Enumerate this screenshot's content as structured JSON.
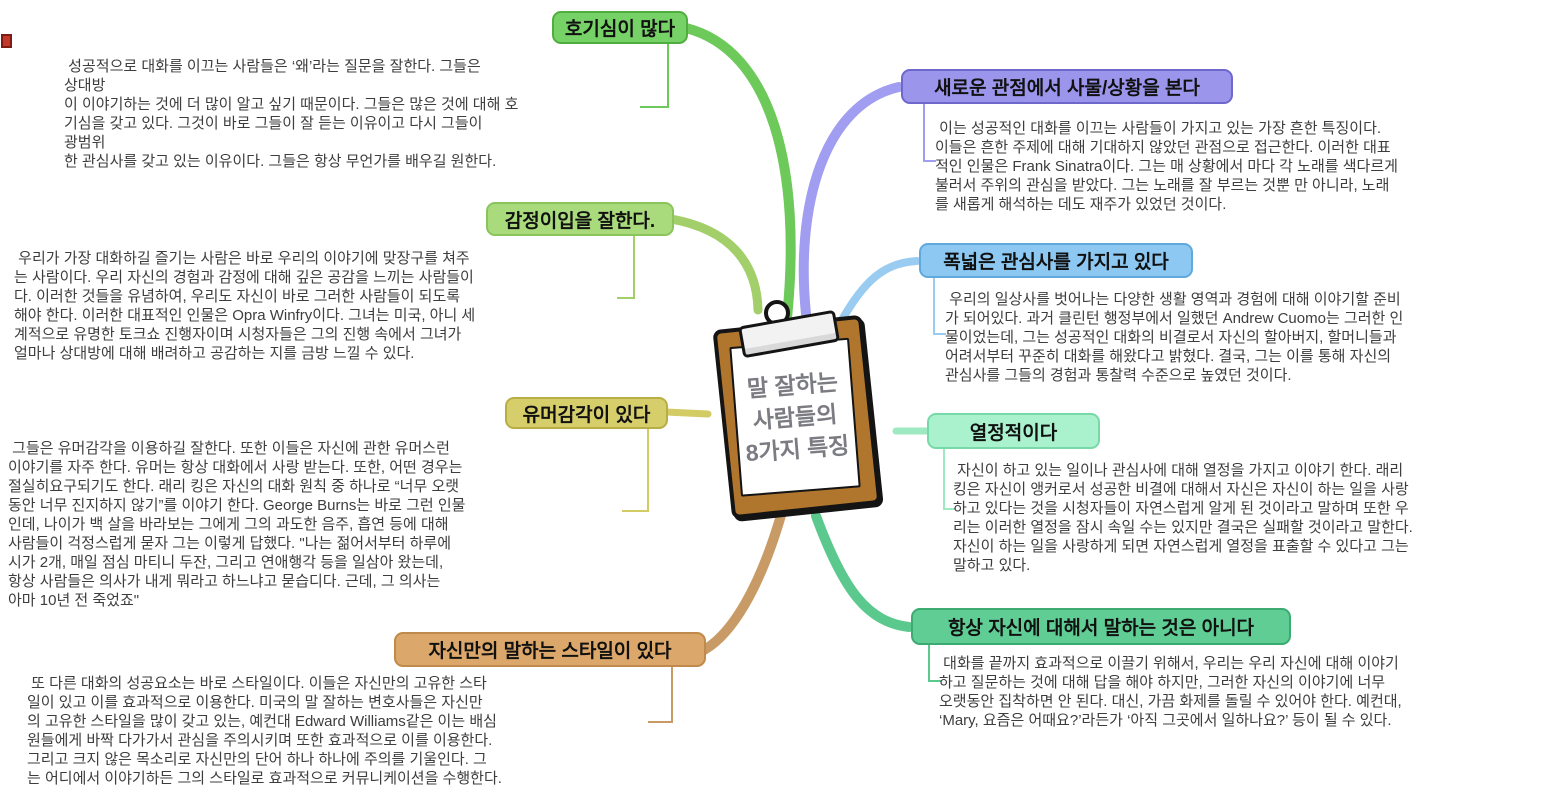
{
  "page": {
    "background": "#ffffff"
  },
  "center": {
    "title": "말 잘하는\n사람들의\n8가지 특징",
    "board_color": "#b1762e",
    "paper_color": "#ffffff",
    "title_color": "#7b7b82"
  },
  "misc": {
    "red_marker_color": "#c0392b"
  },
  "branches": [
    {
      "id": "curious",
      "label": "호기심이 많다",
      "box_color": "#76d166",
      "border_color": "#4fae3f",
      "line_color": "#6cc95a",
      "body": " 성공적으로 대화를 이끄는 사람들은 ‘왜’라는 질문을 잘한다. 그들은\n상대방\n이 이야기하는 것에 더 많이 알고 싶기 때문이다. 그들은 많은 것에 대해 호\n기심을 갖고 있다. 그것이 바로 그들이 잘 듣는 이유이고 다시 그들이\n광범위\n한 관심사를 갖고 있는 이유이다. 그들은 항상 무언가를 배우길 원한다."
    },
    {
      "id": "empathy",
      "label": "감정이입을 잘한다.",
      "box_color": "#a9db7d",
      "border_color": "#8bc45c",
      "line_color": "#a2cf6a",
      "body": " 우리가 가장 대화하길 즐기는 사람은 바로 우리의 이야기에 맞장구를 쳐주\n는 사람이다. 우리 자신의 경험과 감정에 대해 깊은 공감을 느끼는 사람들이\n다. 이러한 것들을 유념하여, 우리도 자신이 바로 그러한 사람들이 되도록\n해야 한다. 이러한 대표적인 인물은 Opra Winfry이다. 그녀는 미국, 아니 세\n계적으로 유명한 토크쇼 진행자이며 시청자들은 그의 진행 속에서 그녀가\n얼마나 상대방에 대해 배려하고 공감하는 지를 금방 느낄 수 있다."
    },
    {
      "id": "humor",
      "label": "유머감각이 있다",
      "box_color": "#d6ce6b",
      "border_color": "#b9ae45",
      "line_color": "#d3cb64",
      "body": " 그들은 유머감각을 이용하길 잘한다. 또한 이들은 자신에 관한 유머스런\n이야기를 자주 한다. 유머는 항상 대화에서 사랑 받는다. 또한, 어떤 경우는\n절실히요구되기도 한다. 래리 킹은 자신의 대화 원칙 중 하나로 “너무 오랫\n동안 너무 진지하지 않기”를 이야기 한다. George Burns는 바로 그런 인물\n인데, 나이가 백 살을 바라보는 그에게 그의 과도한 음주, 흡연 등에 대해\n사람들이 걱정스럽게 묻자 그는 이렇게 답했다. \"나는 젊어서부터 하루에\n시가 2개, 매일 점심 마티니 두잔, 그리고 연애행각 등을 일삼아 왔는데,\n항상 사람들은 의사가 내게 뭐라고 하느냐고 묻습디다. 근데, 그 의사는\n아마 10년 전 죽었죠\""
    },
    {
      "id": "style",
      "label": "자신만의 말하는 스타일이 있다",
      "box_color": "#dca76a",
      "border_color": "#bf8a4b",
      "line_color": "#c89b66",
      "body": " 또 다른 대화의 성공요소는 바로 스타일이다. 이들은 자신만의 고유한 스타\n일이 있고 이를 효과적으로 이용한다. 미국의 말 잘하는 변호사들은 자신만\n의 고유한 스타일을 많이 갖고 있는, 예컨대 Edward Williams같은 이는 배심\n원들에게 바짝 다가가서 관심을 주의시키며 또한 효과적으로 이를 이용한다.\n그리고 크지 않은 목소리로 자신만의 단어 하나 하나에 주의를 기울인다. 그\n는 어디에서 이야기하든 그의 스타일로 효과적으로 커뮤니케이션을 수행한다."
    },
    {
      "id": "perspective",
      "label": "새로운 관점에서 사물/상황을 본다",
      "box_color": "#9b95ec",
      "border_color": "#6f68cc",
      "line_color": "#a19df0",
      "body": " 이는 성공적인 대화를 이끄는 사람들이 가지고 있는 가장 흔한 특징이다.\n이들은 흔한 주제에 대해 기대하지 않았던 관점으로 접근한다. 이러한 대표\n적인 인물은 Frank Sinatra이다. 그는 매 상황에서 마다 각 노래를 색다르게\n불러서 주위의 관심을 받았다. 그는 노래를 잘 부르는 것뿐 만 아니라, 노래\n를 새롭게 해석하는 데도 재주가 있었던 것이다."
    },
    {
      "id": "interests",
      "label": "폭넓은 관심사를 가지고 있다",
      "box_color": "#8cc8f2",
      "border_color": "#5fa9dd",
      "line_color": "#9acbf0",
      "body": " 우리의 일상사를 벗어나는 다양한 생활 영역과 경험에 대해 이야기할 준비\n가 되어있다. 과거 클린턴 행정부에서 일했던 Andrew Cuomo는 그러한 인\n물이었는데, 그는 성공적인 대화의 비결로서 자신의 할아버지, 할머니들과\n어려서부터 꾸준히 대화를 해왔다고 밝혔다. 결국, 그는 이를 통해 자신의\n관심사를 그들의 경험과 통찰력 수준으로 높였던 것이다."
    },
    {
      "id": "passion",
      "label": "열정적이다",
      "box_color": "#a9f2cd",
      "border_color": "#78d9a8",
      "line_color": "#9fe9c2",
      "body": " 자신이 하고 있는 일이나 관심사에 대해 열정을 가지고 이야기 한다. 래리\n킹은 자신이 앵커로서 성공한 비결에 대해서 자신은 자신이 하는 일을 사랑\n하고 있다는 것을 시청자들이 자연스럽게 알게 된 것이라고 말하며 또한 우\n리는 이러한 열정을 잠시 속일 수는 있지만 결국은 실패할 것이라고 말한다.\n자신이 하는 일을 사랑하게 되면 자연스럽게 열정을 표출할 수 있다고 그는\n말하고 있다."
    },
    {
      "id": "notself",
      "label": "항상 자신에 대해서 말하는 것은 아니다",
      "box_color": "#5fcd94",
      "border_color": "#3cab72",
      "line_color": "#5bc98d",
      "body": " 대화를 끝까지 효과적으로 이끌기 위해서, 우리는 우리 자신에 대해 이야기\n하고 질문하는 것에 대해 답을 해야 하지만, 그러한 자신의 이야기에 너무\n오랫동안 집착하면 안 된다. 대신, 가끔 화제를 돌릴 수 있어야 한다. 예컨대,\n‘Mary, 요즘은 어때요?’라든가 ‘아직 그곳에서 일하나요?’ 등이 될 수 있다."
    }
  ]
}
